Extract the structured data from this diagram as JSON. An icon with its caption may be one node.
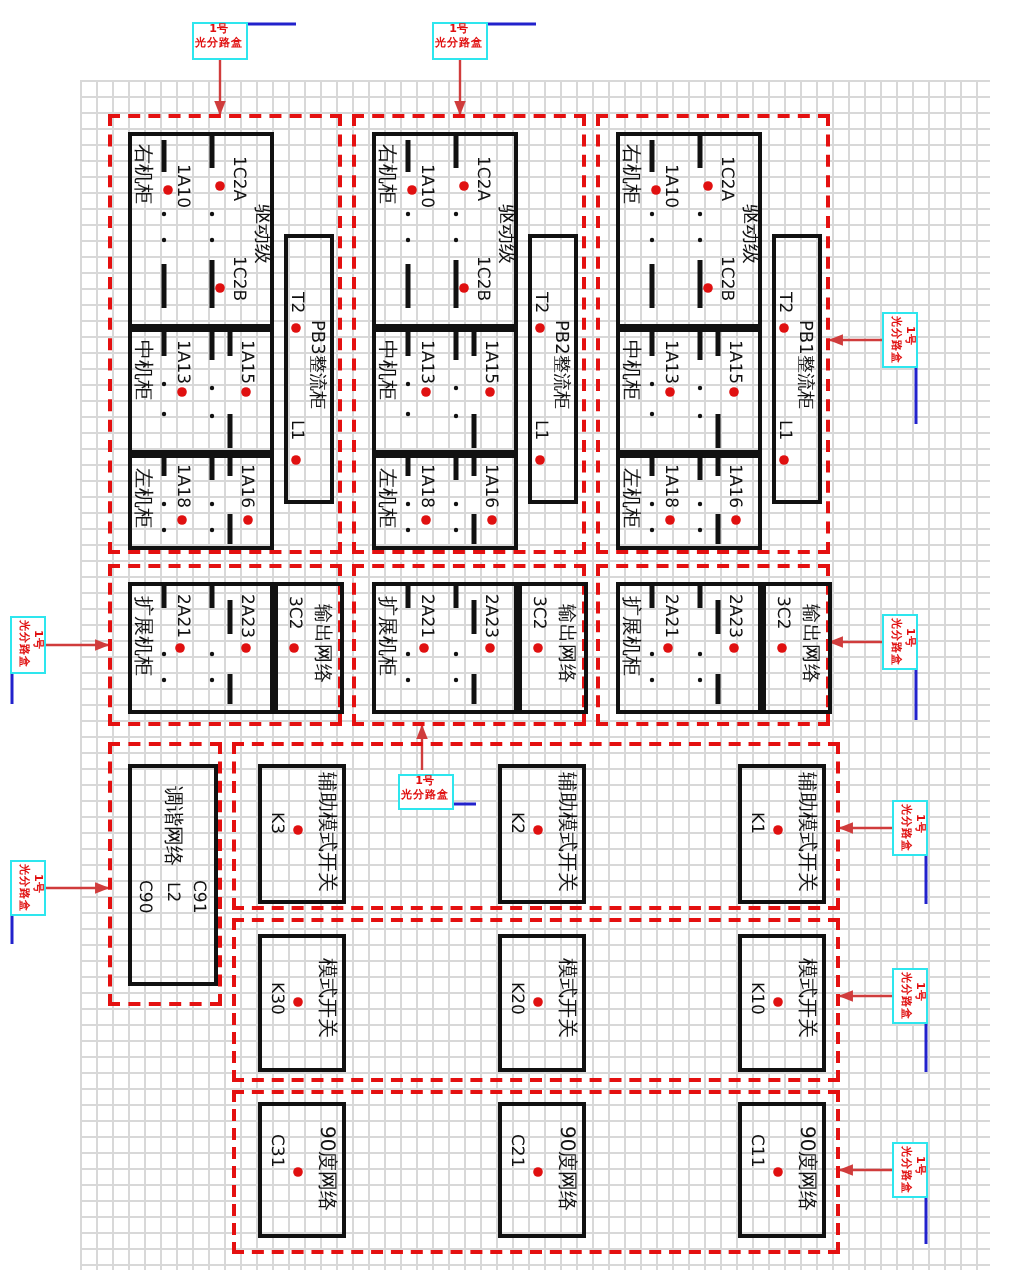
{
  "diagram": {
    "nodes": [
      {
        "text": [],
        "shape": "box"
      },
      {
        "text": [
          "右机柜",
          "1A10",
          "1C2A",
          "驱动级",
          "1C2B"
        ],
        "in": 0
      },
      {
        "text": [
          "中机柜",
          "1A13",
          "1A15"
        ],
        "in": 0
      },
      {
        "text": [
          "左机柜",
          "1A18",
          "1A16"
        ],
        "in": 0
      },
      {
        "text": [
          "T2",
          "PB3整流柜",
          "L1"
        ],
        "in": 0
      },
      {
        "text": [],
        "shape": "box"
      },
      {
        "text": [
          "右机柜",
          "1A10",
          "1C2A",
          "驱动级",
          "1C2B"
        ],
        "in": 5
      },
      {
        "text": [
          "中机柜",
          "1A13",
          "1A15"
        ],
        "in": 5
      },
      {
        "text": [
          "左机柜",
          "1A18",
          "1A16"
        ],
        "in": 5
      },
      {
        "text": [
          "T2",
          "PB2整流柜",
          "L1"
        ],
        "in": 5
      },
      {
        "text": [],
        "shape": "box"
      },
      {
        "text": [
          "右机柜",
          "1A10",
          "1C2A",
          "驱动级",
          "1C2B"
        ],
        "in": 10
      },
      {
        "text": [
          "中机柜",
          "1A13",
          "1A15"
        ],
        "in": 10
      },
      {
        "text": [
          "左机柜",
          "1A18",
          "1A16"
        ],
        "in": 10
      },
      {
        "text": [
          "T2",
          "PB1整流柜",
          "L1"
        ],
        "in": 10
      },
      {
        "text": [],
        "shape": "box"
      },
      {
        "text": [
          "扩展机柜",
          "2A21",
          "2A23"
        ],
        "in": 15
      },
      {
        "text": [
          "3C2",
          "输出网络"
        ],
        "in": 15
      },
      {
        "text": [],
        "shape": "box"
      },
      {
        "text": [
          "扩展机柜",
          "2A21",
          "2A23"
        ],
        "in": 18
      },
      {
        "text": [
          "3C2",
          "输出网络"
        ],
        "in": 18
      },
      {
        "text": [],
        "shape": "box"
      },
      {
        "text": [
          "扩展机柜",
          "2A21",
          "2A23"
        ],
        "in": 21
      },
      {
        "text": [
          "3C2",
          "输出网络"
        ],
        "in": 21
      },
      {
        "text": [],
        "shape": "box"
      },
      {
        "text": [
          "调谐网络",
          "C91",
          "L2",
          "C90"
        ],
        "in": 24
      },
      {
        "text": [],
        "shape": "box"
      },
      {
        "text": [
          "辅助模式开关",
          "K3"
        ],
        "in": 26
      },
      {
        "text": [
          "辅助模式开关",
          "K2"
        ],
        "in": 26
      },
      {
        "text": [
          "辅助模式开关",
          "K1"
        ],
        "in": 26
      },
      {
        "text": [],
        "shape": "box"
      },
      {
        "text": [
          "模式开关",
          "K30"
        ],
        "in": 30
      },
      {
        "text": [
          "模式开关",
          "K20"
        ],
        "in": 30
      },
      {
        "text": [
          "模式开关",
          "K10"
        ],
        "in": 30
      },
      {
        "text": [],
        "shape": "box"
      },
      {
        "text": [
          "90度网络",
          "C31"
        ],
        "in": 34
      },
      {
        "text": [
          "90度网络",
          "C21"
        ],
        "in": 34
      },
      {
        "text": [
          "90度网络",
          "C11"
        ],
        "in": 34
      },
      {
        "text": [
          "1号",
          "光分路盒"
        ]
      },
      {
        "text": [
          "1号",
          "光分路盒"
        ]
      },
      {
        "text": [
          "1号",
          "光分路盒"
        ]
      },
      {
        "text": [
          "1号",
          "光分路盒"
        ]
      },
      {
        "text": [
          "1号",
          "光分路盒"
        ]
      },
      {
        "text": [
          "1号",
          "光分路盒"
        ],
        "in": 26
      },
      {
        "text": [
          "1号",
          "光分路盒"
        ]
      },
      {
        "text": [
          "1号",
          "光分路盒"
        ]
      },
      {
        "text": [
          "1号",
          "光分路盒"
        ]
      },
      {
        "text": [
          "1号",
          "光分路盒"
        ]
      }
    ],
    "edges": [
      {
        "from": 38,
        "to": 0,
        "arrow": "to"
      },
      {
        "from": 39,
        "to": 5,
        "arrow": "to"
      },
      {
        "from": 40,
        "to": 10,
        "arrow": "to"
      },
      {
        "from": 41,
        "to": 15,
        "arrow": "to"
      },
      {
        "from": 42,
        "to": 21,
        "arrow": "to"
      },
      {
        "from": 43,
        "to": 18,
        "arrow": "to"
      },
      {
        "from": 44,
        "to": 26,
        "arrow": "to"
      },
      {
        "from": 45,
        "to": 24,
        "arrow": "to"
      },
      {
        "from": 46,
        "to": 30,
        "arrow": "to"
      },
      {
        "from": 47,
        "to": 34,
        "arrow": "to"
      }
    ]
  }
}
